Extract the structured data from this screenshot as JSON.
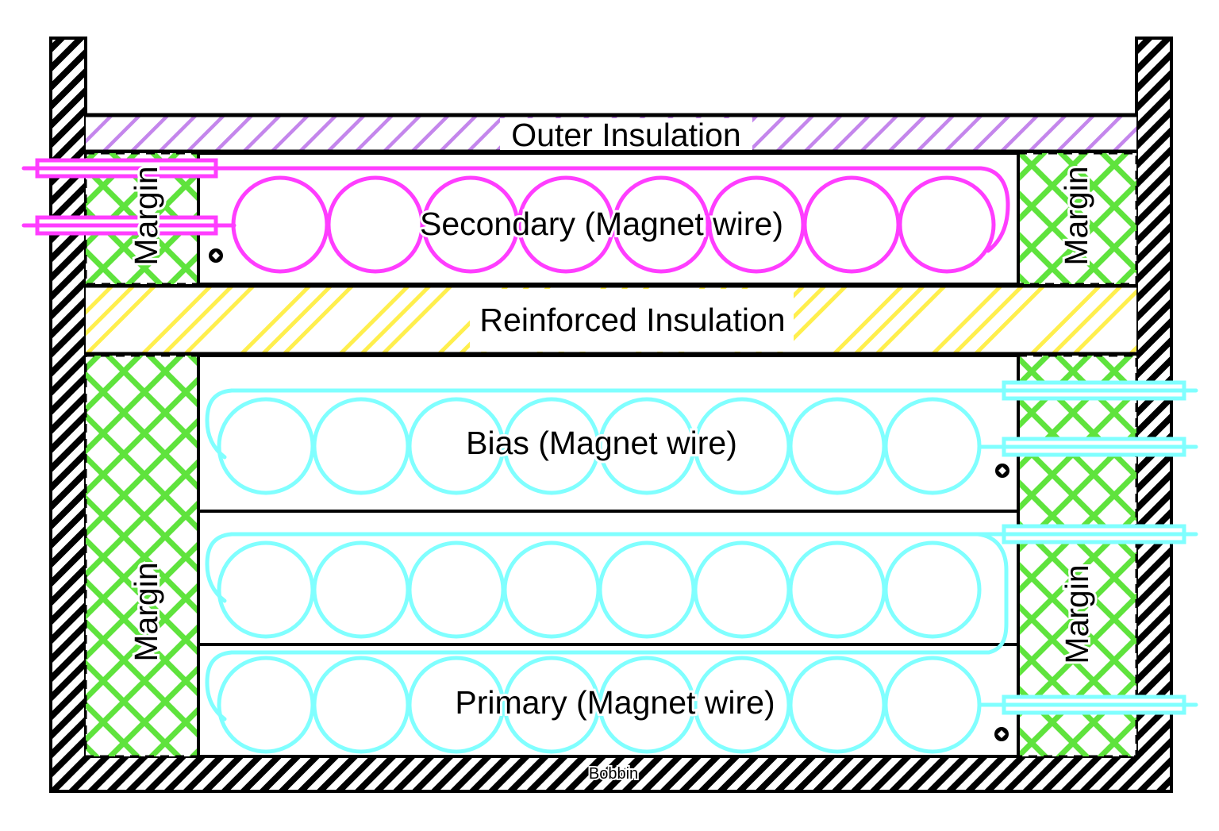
{
  "labels": {
    "outer_insulation": "Outer Insulation",
    "secondary": "Secondary (Magnet wire)",
    "reinforced_insulation": "Reinforced Insulation",
    "bias": "Bias (Magnet wire)",
    "primary": "Primary (Magnet wire)",
    "margin": "Margin",
    "bobbin": "Bobbin"
  },
  "windings": [
    {
      "label": "Secondary (Magnet wire)",
      "wire_color": "#FF3DFF",
      "turns_visible": 8,
      "layers": 1,
      "leads": 2,
      "leads_side": "left",
      "wire_end_dot": "bottom-left"
    },
    {
      "label": "Bias (Magnet wire)",
      "wire_color": "#80FFFF",
      "turns_visible": 8,
      "layers": 1,
      "leads": 2,
      "leads_side": "right",
      "wire_end_dot": "bottom-right"
    },
    {
      "label": "Primary (Magnet wire)",
      "wire_color": "#80FFFF",
      "turns_visible": 16,
      "layers": 2,
      "leads": 2,
      "leads_side": "right",
      "wire_end_dot": "bottom-right"
    }
  ],
  "insulation_layers": [
    {
      "label": "Outer Insulation",
      "hatch": "diagonal",
      "color": "#C486EC"
    },
    {
      "label": "Reinforced Insulation",
      "hatch": "triple-diagonal",
      "color": "#FFEF4D"
    }
  ],
  "margin": {
    "label": "Margin",
    "regions": 4,
    "hatch": "crosshatch",
    "color": "#5FE33D"
  },
  "bobbin": {
    "label": "Bobbin",
    "hatch": "diagonal",
    "color": "#000000"
  },
  "colors": {
    "magenta": "#FF3DFF",
    "cyan": "#80FFFF",
    "green": "#5FE33D",
    "purple": "#C486EC",
    "yellow": "#FFEF4D",
    "black": "#000000"
  }
}
